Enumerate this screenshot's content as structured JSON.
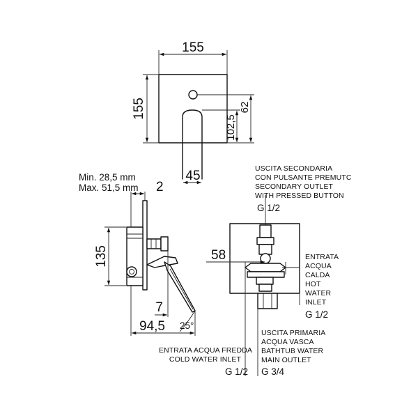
{
  "top_view": {
    "width_dim": "155",
    "height_dim": "155",
    "dim_62": "62",
    "dim_102_5": "102,5",
    "dim_45": "45"
  },
  "side_view": {
    "min_label": "Min. 28,5 mm",
    "max_label": "Max. 51,5 mm",
    "dim_2": "2",
    "dim_135": "135",
    "dim_7": "7",
    "dim_94_5": "94,5",
    "angle": "25°"
  },
  "front_view": {
    "dim_58": "58"
  },
  "labels": {
    "secondary_outlet": [
      "USCITA SECONDARIA",
      "CON PULSANTE PREMUTC",
      "SECONDARY OUTLET",
      "WITH PRESSED BUTTON"
    ],
    "secondary_thread": "G 1/2",
    "hot_inlet": [
      "ENTRATA",
      "ACQUA",
      "CALDA",
      "HOT",
      "WATER",
      "INLET"
    ],
    "hot_thread": "G 1/2",
    "cold_inlet": [
      "ENTRATA ACQUA FREDDA",
      "COLD WATER INLET"
    ],
    "cold_thread": "G 1/2",
    "main_outlet": [
      "USCITA PRIMARIA",
      "ACQUA VASCA",
      "BATHTUB WATER",
      "MAIN OUTLET"
    ],
    "main_thread": "G 3/4"
  }
}
